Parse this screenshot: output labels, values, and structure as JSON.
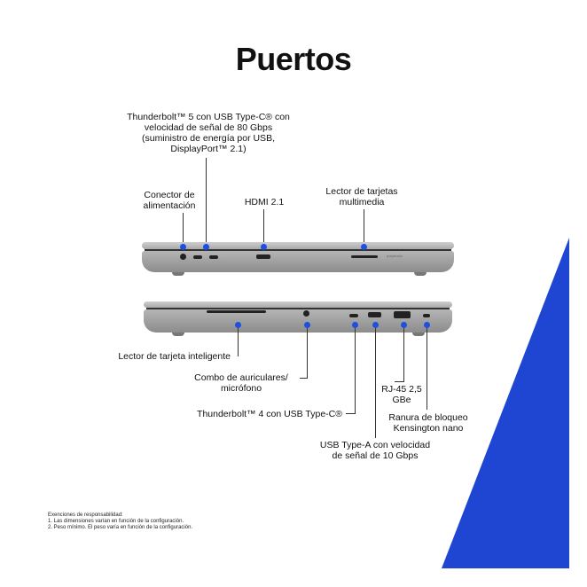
{
  "title": "Puertos",
  "labels": {
    "tb5": "Thunderbolt™ 5 con USB Type-C® con velocidad de señal de 80 Gbps (suministro de energía por USB, DisplayPort™ 2.1)",
    "power": "Conector de alimentación",
    "hdmi": "HDMI 2.1",
    "card_reader": "Lector de tarjetas multimedia",
    "smart_card": "Lector de tarjeta inteligente",
    "audio": "Combo de auriculares/ micrófono",
    "tb4": "Thunderbolt™ 4 con USB Type-C®",
    "usba": "USB Type-A con velocidad de señal de 10 Gbps",
    "rj45": "RJ-45 2,5 GBe",
    "lock": "Ranura de bloqueo Kensington nano"
  },
  "laptop_brand": "polystudio",
  "disclaimer": {
    "heading": "Exenciones de responsabilidad:",
    "items": [
      "1. Las dimensiones varían en función de la configuración.",
      "2. Peso mínimo. El peso varía en función de la configuración."
    ]
  },
  "colors": {
    "accent": "#1d4fe0",
    "triangle": "#1e46d2"
  }
}
